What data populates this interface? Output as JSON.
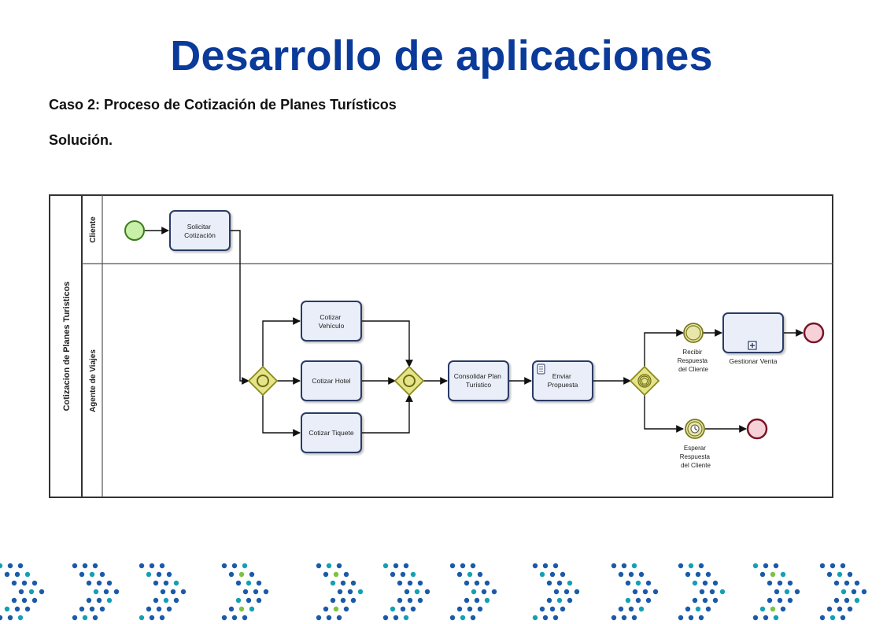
{
  "header": {
    "title": "Desarrollo de aplicaciones",
    "subtitle": "Caso 2: Proceso de Cotización de Planes Turísticos",
    "solution": "Solución."
  },
  "diagram": {
    "pool": "Cotizacion de Planes Turisticos",
    "lanes": {
      "cliente": "Cliente",
      "agente": "Agente de Viajes"
    },
    "tasks": {
      "solicitar": [
        "Solicitar",
        "Cotización"
      ],
      "vehiculo": [
        "Cotizar",
        "Vehículo"
      ],
      "hotel": [
        "Cotizar Hotel"
      ],
      "tiquete": [
        "Cotizar Tiquete"
      ],
      "consolidar": [
        "Consolidar Plan",
        "Turístico"
      ],
      "enviar": [
        "Enviar",
        "Propuesta"
      ],
      "gestionar": [
        "Gestionar Venta"
      ]
    },
    "events": {
      "recibir": [
        "Recibir",
        "Respuesta",
        "del Cliente"
      ],
      "esperar": [
        "Esperar",
        "Respuesta",
        "del Cliente"
      ]
    },
    "colors": {
      "task_fill": "#e9eef8",
      "task_stroke": "#2b3b66",
      "start_fill": "#c8f0a8",
      "start_stroke": "#3a7d1a",
      "end_fill": "#f6d2d8",
      "end_stroke": "#7a1428",
      "gateway_fill": "#e6e48a",
      "gateway_stroke": "#8a8a18",
      "intermediate_fill": "#e8e6a8"
    }
  },
  "decoration": {
    "colors": [
      "#1a5aa8",
      "#13a0b4",
      "#7cc242"
    ]
  }
}
